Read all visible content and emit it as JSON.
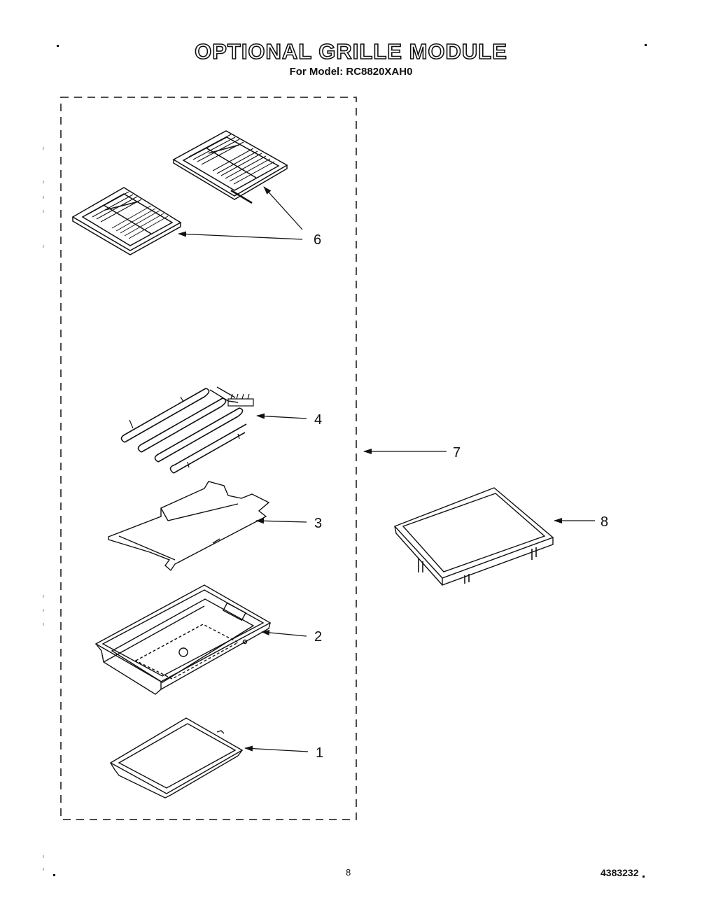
{
  "header": {
    "title": "OPTIONAL GRILLE MODULE",
    "subtitle": "For Model: RC8820XAH0"
  },
  "callouts": [
    "6",
    "4",
    "7",
    "3",
    "8",
    "2",
    "1"
  ],
  "footer": {
    "page_number": "8",
    "doc_number": "4383232"
  }
}
